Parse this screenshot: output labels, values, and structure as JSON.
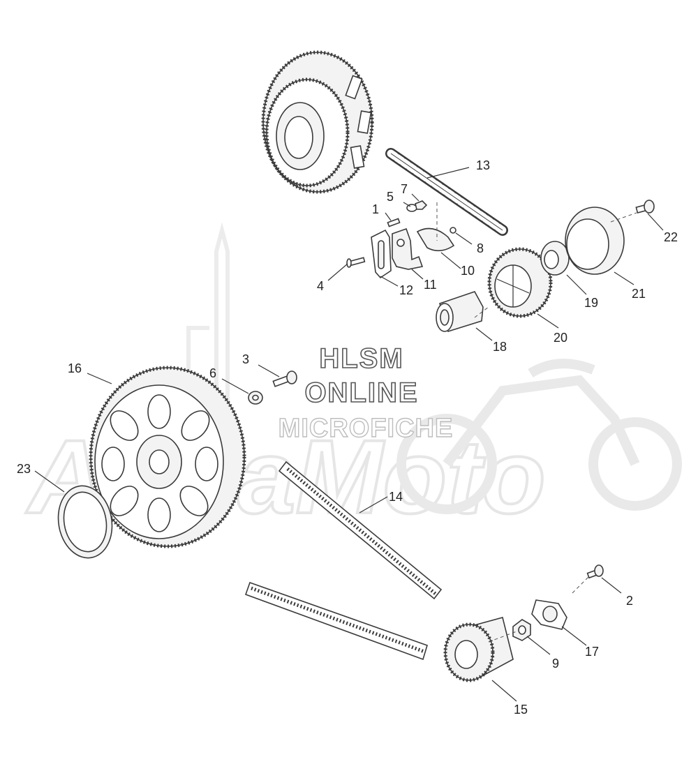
{
  "watermark": {
    "line1": "HLSM",
    "line2": "ONLINE",
    "line3": "MICROFICHE",
    "brand": "AstraMoto"
  },
  "callouts": [
    "1",
    "2",
    "3",
    "4",
    "5",
    "6",
    "7",
    "8",
    "9",
    "10",
    "11",
    "12",
    "13",
    "14",
    "15",
    "16",
    "17",
    "18",
    "19",
    "20",
    "21",
    "22",
    "23"
  ],
  "colors": {
    "line": "#3a3a3a",
    "fill": "#f3f3f3",
    "watermark": "#e6e6e6"
  }
}
